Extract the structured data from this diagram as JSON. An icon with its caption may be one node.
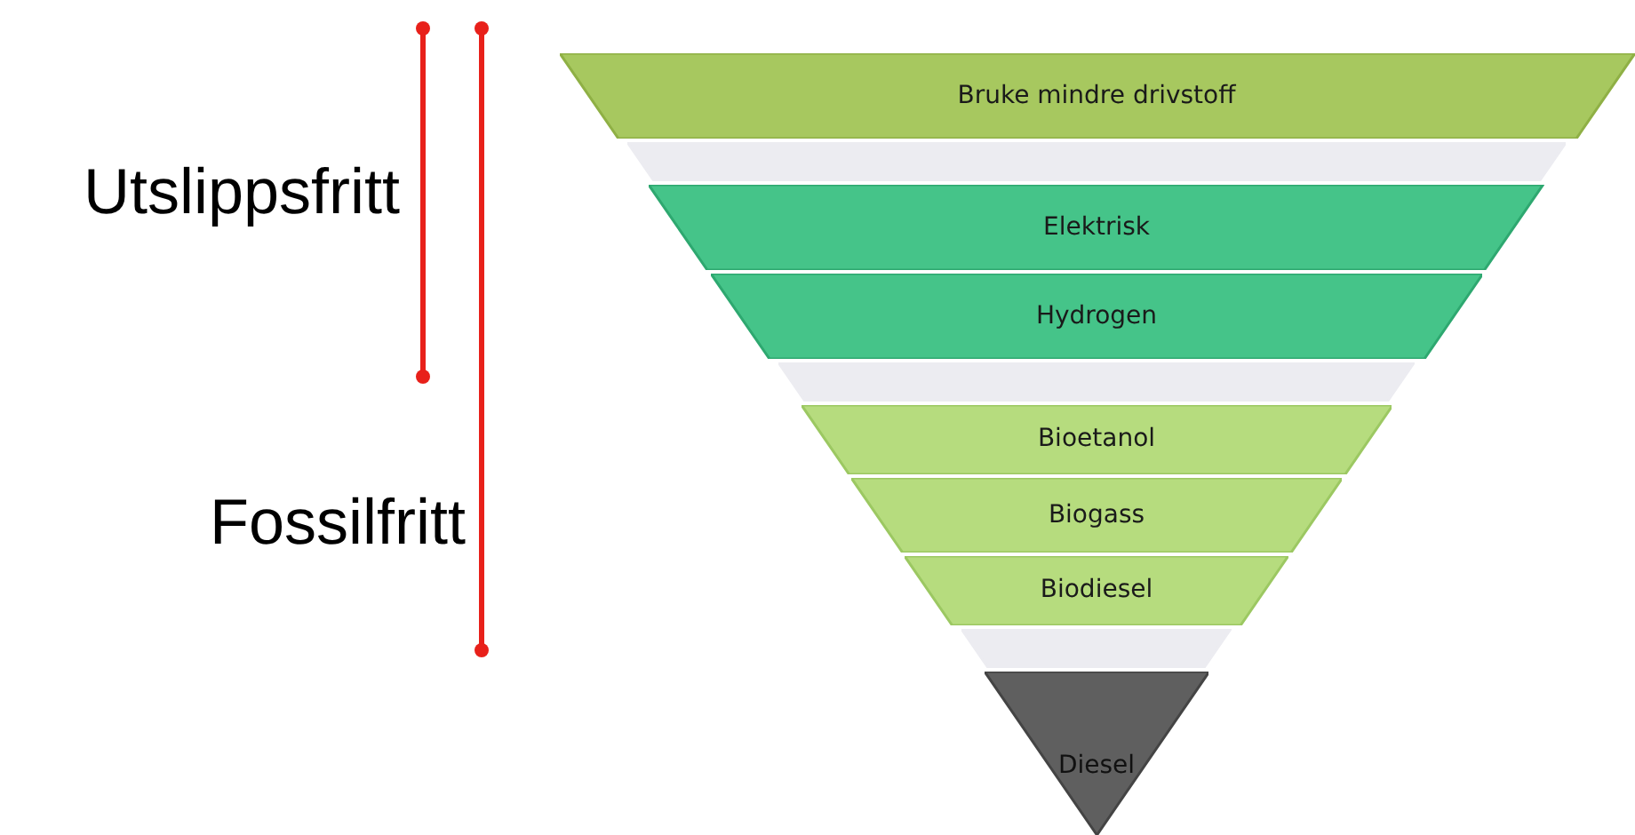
{
  "diagram": {
    "nodes": [
      {
        "text": [
          "Bruke mindre drivstoff"
        ]
      },
      {
        "text": [],
        "shape": "bar"
      },
      {
        "text": [
          "Elektrisk"
        ]
      },
      {
        "text": [
          "Hydrogen"
        ]
      },
      {
        "text": [],
        "shape": "bar"
      },
      {
        "text": [
          "Bioetanol"
        ]
      },
      {
        "text": [
          "Biogass"
        ]
      },
      {
        "text": [
          "Biodiesel"
        ]
      },
      {
        "text": [],
        "shape": "bar"
      },
      {
        "text": [
          "Diesel"
        ]
      }
    ],
    "labels": [
      "Utslippsfritt",
      "Fossilfritt"
    ]
  }
}
